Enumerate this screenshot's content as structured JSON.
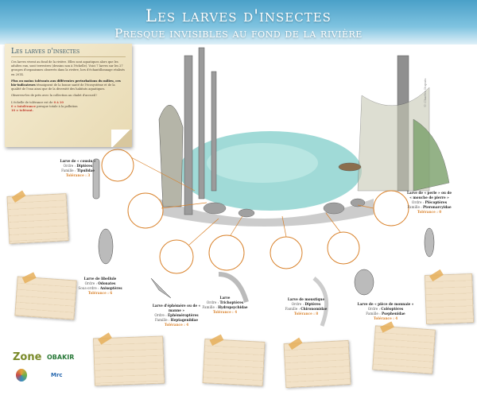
{
  "header": {
    "title": "Les larves d'insectes",
    "subtitle": "Presque invisibles au fond de la rivière"
  },
  "note": {
    "title": "Les larves d'insectes",
    "p1": "Ces larves vivent au fond de la rivière. Elles sont aquatiques alors que les adultes eux, sont terrestres (dessins non à l'échelle). Voici 7 larves sur les 27 groupes d'organismes observés dans la rivière, lors d'échantillonnage réalisés en 2014.",
    "p2_bold": "Plus ou moins tolérants aux différentes perturbations du milieu, ces bio-indicateurs",
    "p2_rest": " témoignent de la bonne santé de l'écosystème et de la qualité de l'eau ainsi que de la diversité des habitats aquatiques.",
    "p3": "Observez-les de près avec la collection au chalet d'accueil !",
    "scale_prefix": "L'échelle de tolérance est de ",
    "scale_range": "0 à 10",
    "scale_zero_a": "0 = ",
    "scale_zero_b": "intolérance",
    "scale_zero_c": " presque totale à la pollution",
    "scale_ten": "10 = tolérant."
  },
  "credit": "© Charles Dupuis",
  "larvae": [
    {
      "name": "Larve de « cousin »",
      "l1": "Ordre : ",
      "v1": "Diptères",
      "l2": "Famille : ",
      "v2": "Tipulidae",
      "tol": "Tolérance : 3"
    },
    {
      "name": "Larve de libellule",
      "l1": "Ordre : ",
      "v1": "Odonates",
      "l2": "Sous-ordre : ",
      "v2": "Anisoptères",
      "tol": "Tolérance : 6"
    },
    {
      "name": "Larve d'éphémère ou de « manne »",
      "l1": "Ordre : ",
      "v1": "Éphéméroptères",
      "l2": "Famille : ",
      "v2": "Heptageniidae",
      "tol": "Tolérance : 4"
    },
    {
      "name": "Larve",
      "l1": "Ordre : ",
      "v1": "Trichoptères",
      "l2": "Famille : ",
      "v2": "Hydropsychidae",
      "tol": "Tolérance : 4"
    },
    {
      "name": "Larve de moustique",
      "l1": "Ordre : ",
      "v1": "Diptères",
      "l2": "Famille : ",
      "v2": "Chironomidae",
      "tol": "Tolérance : 8"
    },
    {
      "name": "Larve de « pièce de monnaie »",
      "l1": "Ordre : ",
      "v1": "Coléoptères",
      "l2": "Famille : ",
      "v2": "Psephenidae",
      "tol": "Tolérance : 4"
    },
    {
      "name": "Larve de « perle » ou de « mouche de pierre »",
      "l1": "Ordre : ",
      "v1": "Plécoptères",
      "l2": "Famille : ",
      "v2": "Pteronarcyidae",
      "tol": "Tolérance : 0"
    }
  ],
  "logos": {
    "zone": "Zone",
    "obakir": "OBAKIR",
    "mrc": "Mrc"
  },
  "colors": {
    "header": "#4aa0c8",
    "water": "#7fcfcf",
    "accent": "#d9822b"
  }
}
